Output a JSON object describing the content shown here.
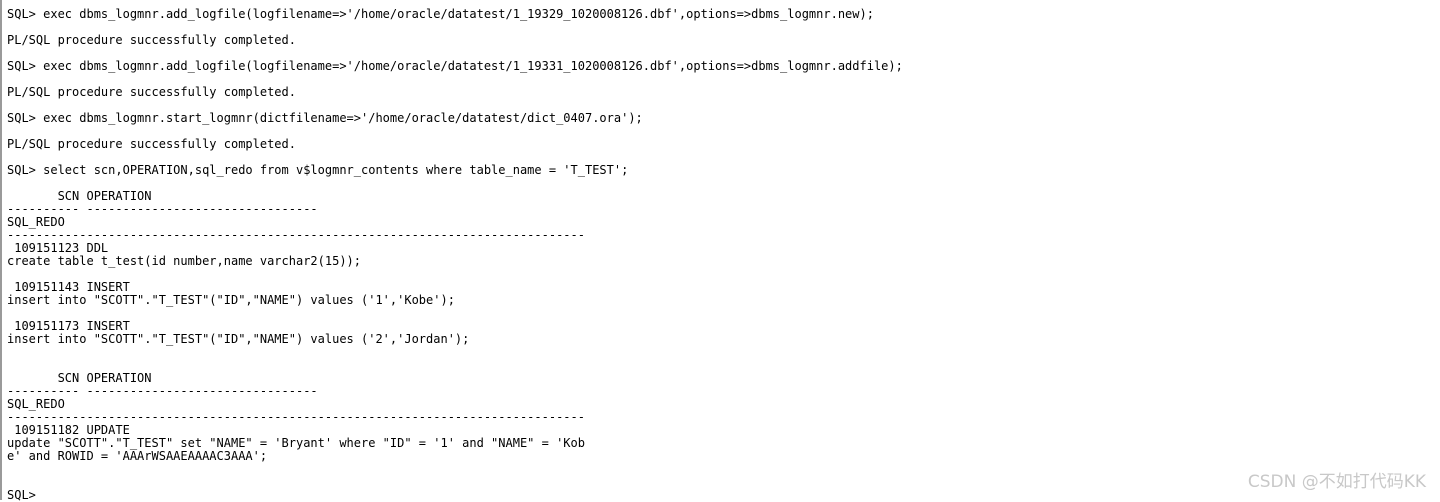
{
  "terminal": {
    "lines": [
      "SQL> exec dbms_logmnr.add_logfile(logfilename=>'/home/oracle/datatest/1_19329_1020008126.dbf',options=>dbms_logmnr.new);",
      "PL/SQL procedure successfully completed.",
      "SQL> exec dbms_logmnr.add_logfile(logfilename=>'/home/oracle/datatest/1_19331_1020008126.dbf',options=>dbms_logmnr.addfile);",
      "PL/SQL procedure successfully completed.",
      "SQL> exec dbms_logmnr.start_logmnr(dictfilename=>'/home/oracle/datatest/dict_0407.ora');",
      "PL/SQL procedure successfully completed.",
      "SQL> select scn,OPERATION,sql_redo from v$logmnr_contents where table_name = 'T_TEST';",
      "       SCN OPERATION",
      "---------- --------------------------------",
      "SQL_REDO",
      "--------------------------------------------------------------------------------",
      " 109151123 DDL",
      "create table t_test(id number,name varchar2(15));",
      " 109151143 INSERT",
      "insert into \"SCOTT\".\"T_TEST\"(\"ID\",\"NAME\") values ('1','Kobe');",
      " 109151173 INSERT",
      "insert into \"SCOTT\".\"T_TEST\"(\"ID\",\"NAME\") values ('2','Jordan');",
      "       SCN OPERATION",
      "---------- --------------------------------",
      "SQL_REDO",
      "--------------------------------------------------------------------------------",
      " 109151182 UPDATE",
      "update \"SCOTT\".\"T_TEST\" set \"NAME\" = 'Bryant' where \"ID\" = '1' and \"NAME\" = 'Kob",
      "e' and ROWID = 'AAArWSAAEAAAAC3AAA';",
      "SQL>"
    ]
  },
  "watermark": {
    "text": "CSDN @不如打代码KK"
  }
}
